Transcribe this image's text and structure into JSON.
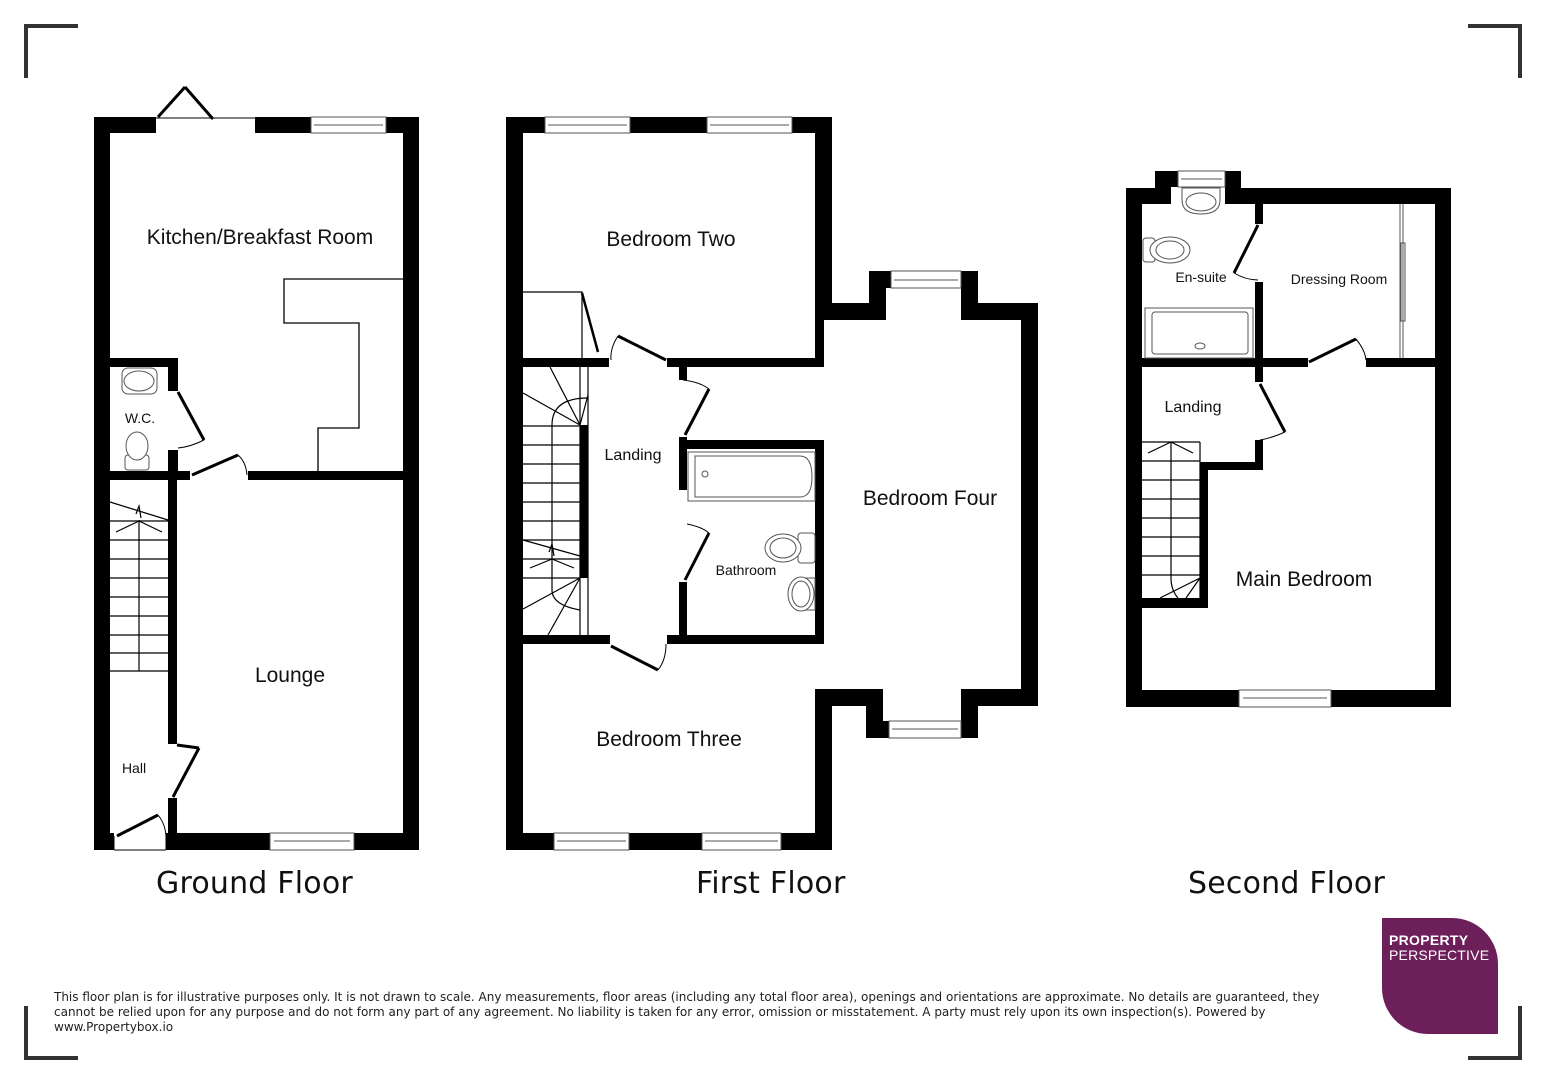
{
  "floors": [
    {
      "title": "Ground Floor",
      "rooms": [
        "Kitchen/Breakfast Room",
        "W.C.",
        "Lounge",
        "Hall"
      ]
    },
    {
      "title": "First Floor",
      "rooms": [
        "Bedroom Two",
        "Landing",
        "Bathroom",
        "Bedroom Four",
        "Bedroom Three"
      ]
    },
    {
      "title": "Second Floor",
      "rooms": [
        "En-suite",
        "Dressing Room",
        "Landing",
        "Main Bedroom"
      ]
    }
  ],
  "logo": {
    "line1": "PROPERTY",
    "line2": "PERSPECTIVE",
    "color": "#6d1f5a"
  },
  "disclaimer": "This floor plan is for illustrative purposes only. It is not drawn to scale. Any measurements, floor areas (including any total floor area), openings and orientations are approximate. No details are guaranteed, they cannot be relied upon for any purpose and do not form any part of any agreement. No liability is taken for any error, omission or misstatement. A party must rely upon its own inspection(s). Powered by www.Propertybox.io"
}
